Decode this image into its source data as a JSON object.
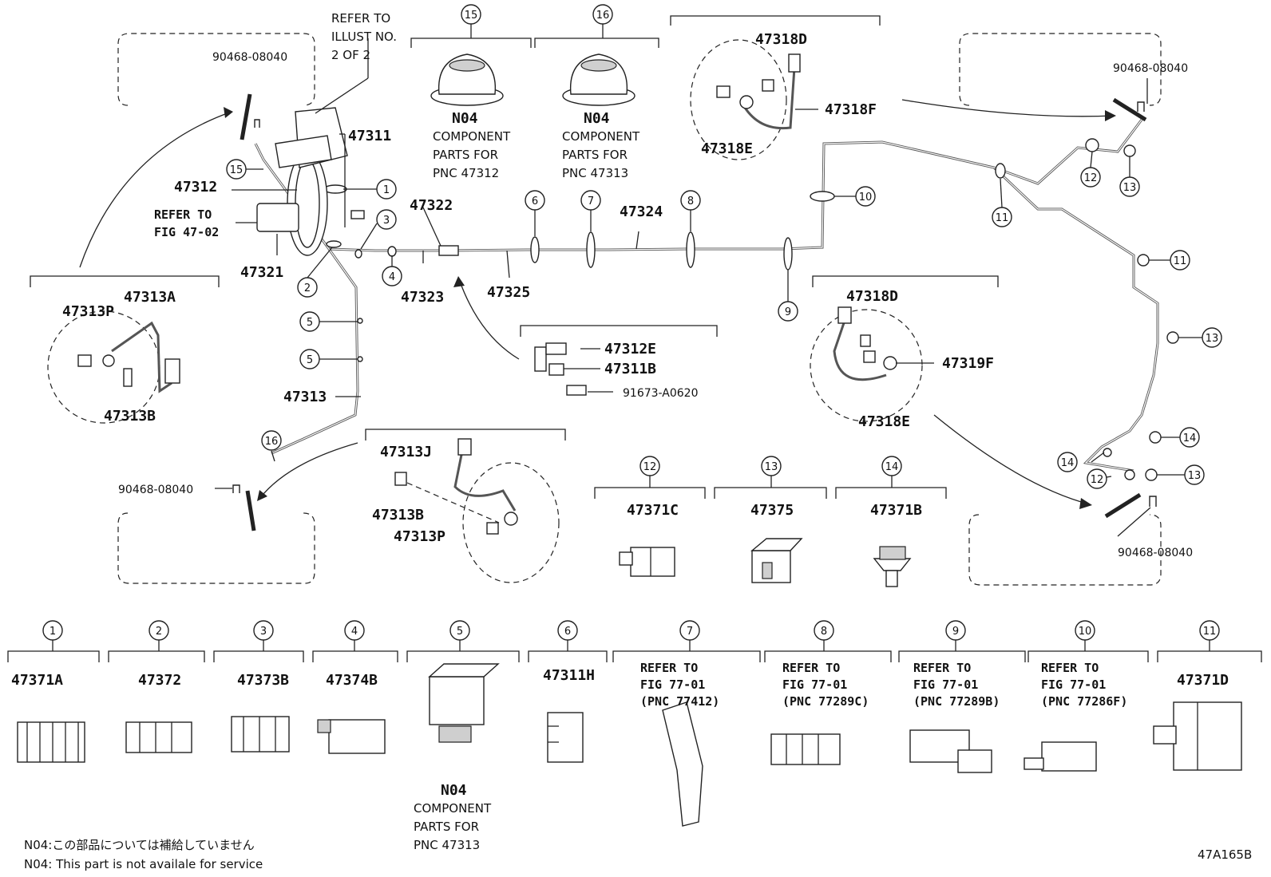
{
  "labels": {
    "refer_illust": [
      "REFER TO",
      "ILLUST NO.",
      "2 OF 2"
    ],
    "p90468_a": "90468-08040",
    "p90468_b": "90468-08040",
    "p90468_c": "90468-08040",
    "p90468_d": "90468-08040",
    "p47311": "47311",
    "p47312": "47312",
    "refer_fig4702": [
      "REFER TO",
      "FIG 47-02"
    ],
    "p47321": "47321",
    "p47322": "47322",
    "p47323": "47323",
    "p47324": "47324",
    "p47325": "47325",
    "p47313": "47313",
    "p47313A": "47313A",
    "p47313P_a": "47313P",
    "p47313B_a": "47313B",
    "p47313J": "47313J",
    "p47313B_b": "47313B",
    "p47313P_b": "47313P",
    "p47312E": "47312E",
    "p47311B": "47311B",
    "p91673": "91673-A0620",
    "p47318D_a": "47318D",
    "p47318F": "47318F",
    "p47318E_a": "47318E",
    "p47318D_b": "47318D",
    "p47319F": "47319F",
    "p47318E_b": "47318E",
    "n04_15": "N04",
    "comp_15": [
      "COMPONENT",
      "PARTS FOR",
      "PNC 47312"
    ],
    "n04_16": "N04",
    "comp_16": [
      "COMPONENT",
      "PARTS FOR",
      "PNC 47313"
    ],
    "p47371C": "47371C",
    "p47375": "47375",
    "p47371B": "47371B",
    "p47371A": "47371A",
    "p47372": "47372",
    "p47373B": "47373B",
    "p47374B": "47374B",
    "n04_5": "N04",
    "comp_5": [
      "COMPONENT",
      "PARTS FOR",
      "PNC 47313"
    ],
    "p47311H": "47311H",
    "ref7": [
      "REFER TO",
      "FIG 77-01",
      "(PNC 77412)"
    ],
    "ref8": [
      "REFER TO",
      "FIG 77-01",
      "(PNC 77289C)"
    ],
    "ref9": [
      "REFER TO",
      "FIG 77-01",
      "(PNC 77289B)"
    ],
    "ref10": [
      "REFER TO",
      "FIG 77-01",
      "(PNC 77286F)"
    ],
    "p47371D": "47371D",
    "note_jp": "N04:この部品については補給していません",
    "note_en": "N04: This part is not availale for service",
    "fig_id": "47A165B"
  },
  "callouts": [
    "1",
    "2",
    "3",
    "4",
    "5",
    "6",
    "7",
    "8",
    "9",
    "10",
    "11",
    "12",
    "13",
    "14",
    "15",
    "16"
  ]
}
